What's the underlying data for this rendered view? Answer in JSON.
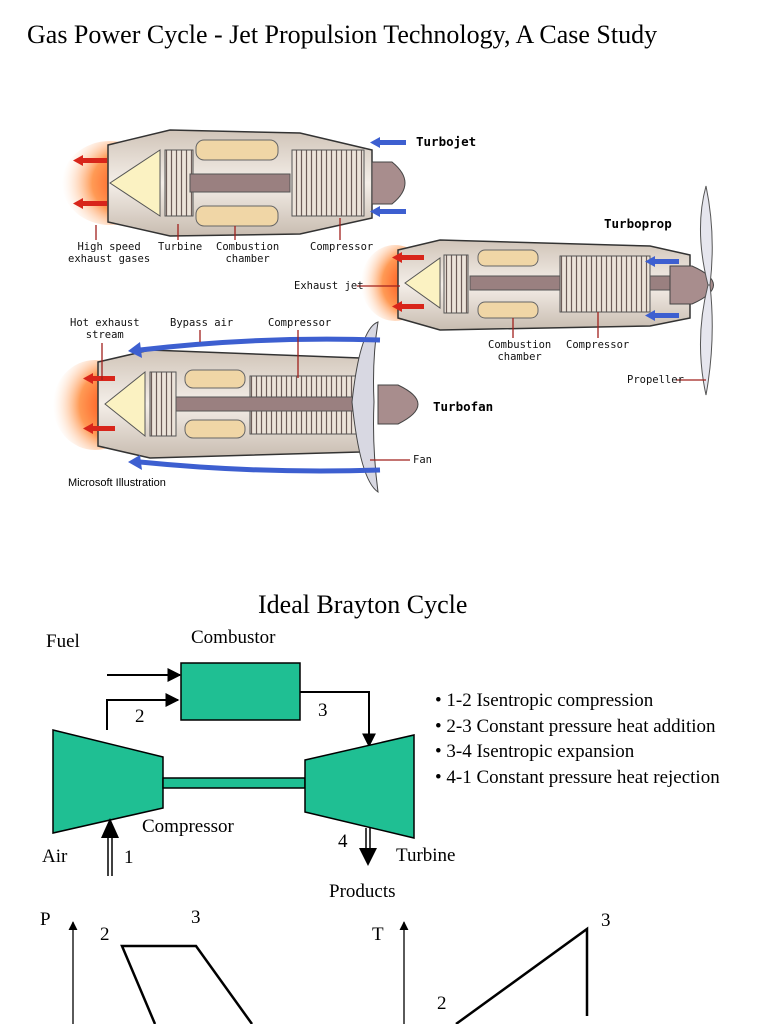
{
  "slide1": {
    "title": "Gas Power Cycle - Jet Propulsion Technology, A Case Study",
    "engines": {
      "turbojet": "Turbojet",
      "turboprop": "Turboprop",
      "turbofan": "Turbofan"
    },
    "labels": {
      "high_speed_exhaust": [
        "High speed",
        "exhaust gases"
      ],
      "turbine": "Turbine",
      "combustion_chamber_top": [
        "Combustion",
        "chamber"
      ],
      "compressor_top": "Compressor",
      "exhaust_jet": "Exhaust jet",
      "combustion_chamber_mid": [
        "Combustion",
        "chamber"
      ],
      "compressor_mid": "Compressor",
      "propeller": "Propeller",
      "hot_exhaust": [
        "Hot exhaust",
        "stream"
      ],
      "bypass_air": "Bypass air",
      "compressor_bottom": "Compressor",
      "fan": "Fan"
    },
    "credit": "Microsoft Illustration"
  },
  "slide2": {
    "title": "Ideal Brayton Cycle",
    "fuel": "Fuel",
    "combustor": "Combustor",
    "compressor": "Compressor",
    "turbine": "Turbine",
    "air": "Air",
    "products": "Products",
    "states": {
      "s1": "1",
      "s2": "2",
      "s3": "3",
      "s4": "4"
    },
    "processes": [
      "• 1-2 Isentropic compression",
      "• 2-3 Constant pressure heat addition",
      "• 3-4 Isentropic expansion",
      "• 4-1 Constant pressure heat rejection"
    ],
    "pv_diagram": {
      "axis": "P",
      "pt2": "2",
      "pt3": "3"
    },
    "ts_diagram": {
      "axis": "T",
      "pt2": "2",
      "pt3": "3"
    },
    "colors": {
      "component_fill": "#1fbf93",
      "line": "#000000"
    }
  }
}
